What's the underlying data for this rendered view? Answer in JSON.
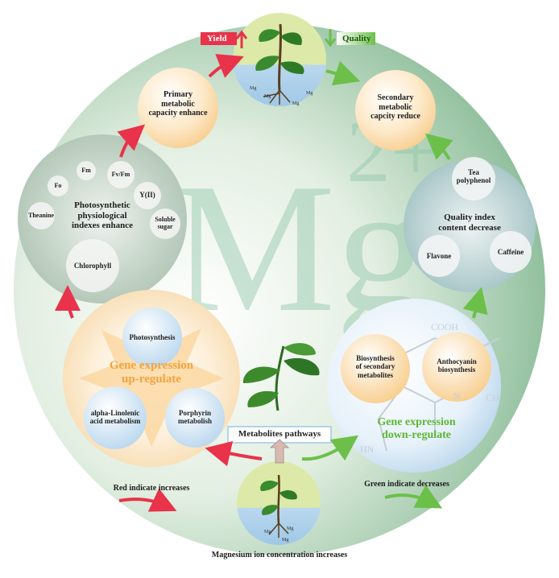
{
  "watermark": {
    "base": "Mg",
    "superscript": "2+"
  },
  "top": {
    "yield": "Yield",
    "quality": "Quality",
    "ion_labels": [
      "Mg",
      "Mg",
      "Mg",
      "Mg"
    ]
  },
  "primary": "Primary\nmetabolic\ncapacity enhance",
  "secondary": "Secondary\nmetabolic\ncapcity reduce",
  "photosynthetic": {
    "title": "Photosynthetic\nphysiological\nindexes enhance",
    "items": [
      "Fo",
      "Fm",
      "Fv/Fm",
      "Y(II)",
      "Soluble\nsugar",
      "Theanine",
      "Chlorophyll"
    ]
  },
  "quality_index": {
    "title": "Quality index\ncontent decrease",
    "items": [
      "Tea\npolyphenol",
      "Flavone",
      "Caffeine"
    ]
  },
  "up": {
    "title": "Gene expression\nup-regulate",
    "items": [
      "Photosynthesis",
      "alpha-Linolenic\nacid metabolism",
      "Porphyrin\nmetabolish"
    ]
  },
  "down": {
    "title": "Gene expression\ndown-regulate",
    "items": [
      "Biosynthesis\nof secondary\nmetabolites",
      "Anthocyanin\nbiosynthesis"
    ],
    "molecule_labels": [
      "COOH",
      "N",
      "CH",
      "HN"
    ]
  },
  "center": {
    "pathways": "Metabolites pathways"
  },
  "legend": {
    "red": "Red indicate increases",
    "green": "Green indicate decreases"
  },
  "bottom": {
    "caption": "Magnesium ion concentration increases",
    "ion_labels": [
      "Mg",
      "Mg",
      "Mg"
    ]
  },
  "colors": {
    "red_arrow": "#e8334a",
    "green_arrow": "#6cc04a",
    "orange_title": "#f5a23a",
    "green_title": "#5cb832",
    "ring_green": "#a7cfae",
    "peach": "#fbd9a5"
  }
}
